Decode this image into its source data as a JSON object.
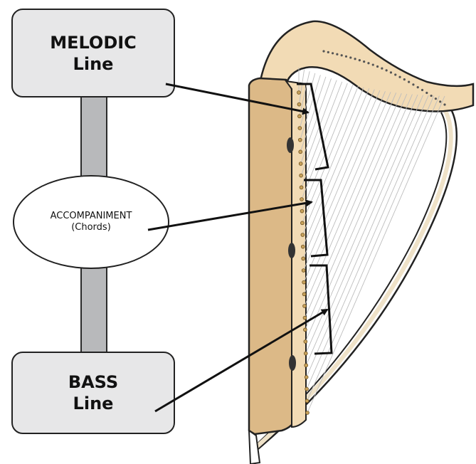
{
  "diagram": {
    "melodic": {
      "line1": "MELODIC",
      "line2": "Line"
    },
    "accompaniment": {
      "line1": "ACCOMPANIMENT",
      "line2": "(Chords)"
    },
    "bass": {
      "line1": "BASS",
      "line2": "Line"
    }
  },
  "colors": {
    "box_fill": "#e7e7e8",
    "connector_fill": "#b8b9bb",
    "harp_wood": "#f2dbb5",
    "harp_wood_dark": "#dcb987",
    "outline": "#222222"
  },
  "harp": {
    "string_count": 28,
    "string_groups": 3
  }
}
